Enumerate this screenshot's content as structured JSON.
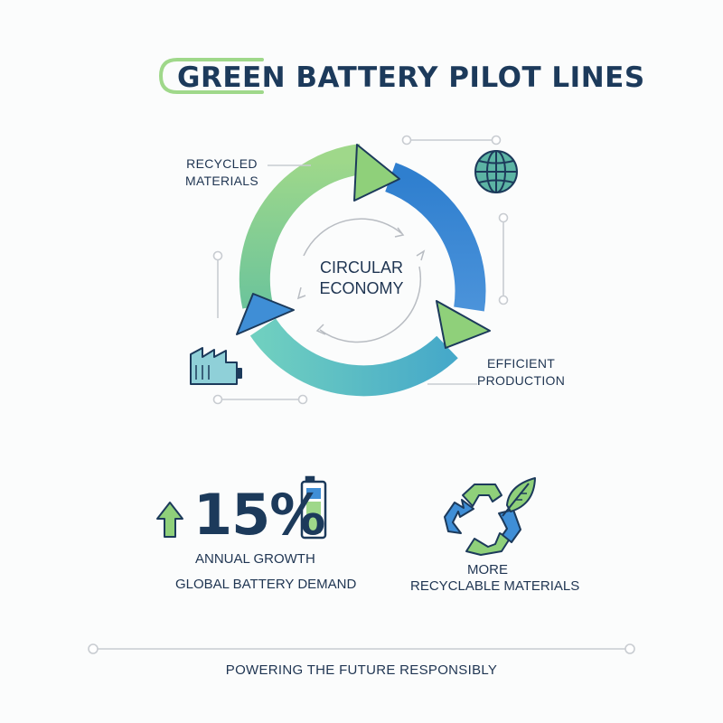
{
  "title": "GREEN BATTERY PILOT LINES",
  "cycle": {
    "center": "CIRCULAR\nECONOMY",
    "labels": {
      "recycled": "RECYCLED\nMATERIALS",
      "efficient": "EFFICIENT\nPRODUCTION"
    }
  },
  "stats": {
    "growth_value": "15%",
    "growth_label": "ANNUAL GROWTH",
    "growth_sub": "GLOBAL BATTERY DEMAND",
    "recycle_line1": "MORE",
    "recycle_line2": "RECYCLABLE MATERIALS"
  },
  "footer": "POWERING THE FUTURE RESPONSIBLY",
  "colors": {
    "navy": "#1c3a5b",
    "green": "#8fd07a",
    "blue": "#3f8ed6",
    "teal": "#5cc0b8"
  }
}
